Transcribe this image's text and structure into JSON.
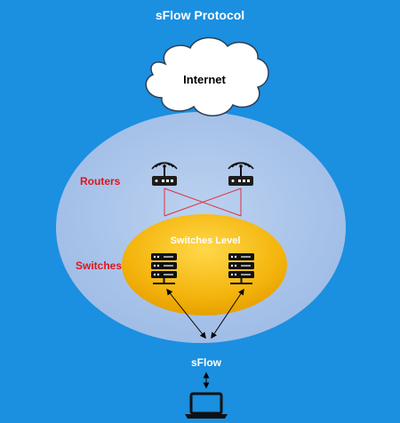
{
  "title": "sFlow Protocol",
  "cloud_label": "Internet",
  "routers_label": "Routers",
  "switches_label": "Switches",
  "switches_level_label": "Switches Level",
  "sflow_label": "sFlow",
  "icons": {
    "router": "wireless-router-icon",
    "switch": "server-rack-icon",
    "collector": "laptop-icon"
  },
  "colors": {
    "background": "#1b8fe0",
    "outer_ellipse": "#a9c4ea",
    "switch_ellipse": "#f6bb12",
    "red_label": "#e0141c",
    "links": "#e0303a"
  }
}
